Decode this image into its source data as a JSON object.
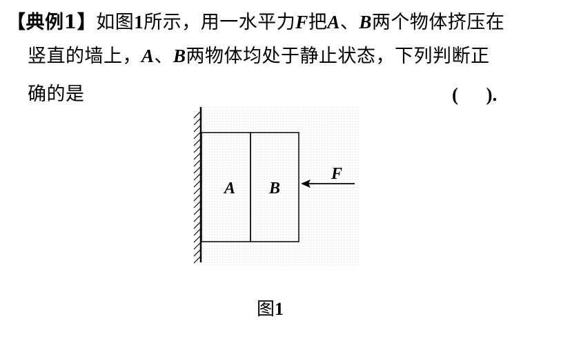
{
  "problem": {
    "tag": "【典例1】",
    "line1": {
      "p1": "如图",
      "fig_num": "1",
      "p2": "所示，用一水平力",
      "F": "F",
      "p3": "把",
      "A": "A",
      "p4": "、",
      "B": "B",
      "p5": "两个物体挤压在"
    },
    "line2": {
      "p1": "竖直的墙上，",
      "A": "A",
      "p2": "、",
      "B": "B",
      "p3": "两物体均处于静止状态，下列判断正"
    },
    "line3": "确的是",
    "answer_blank": "(      )."
  },
  "figure": {
    "block_a_label": "A",
    "block_b_label": "B",
    "force_label": "F",
    "caption_prefix": "图",
    "caption_num": "1"
  }
}
